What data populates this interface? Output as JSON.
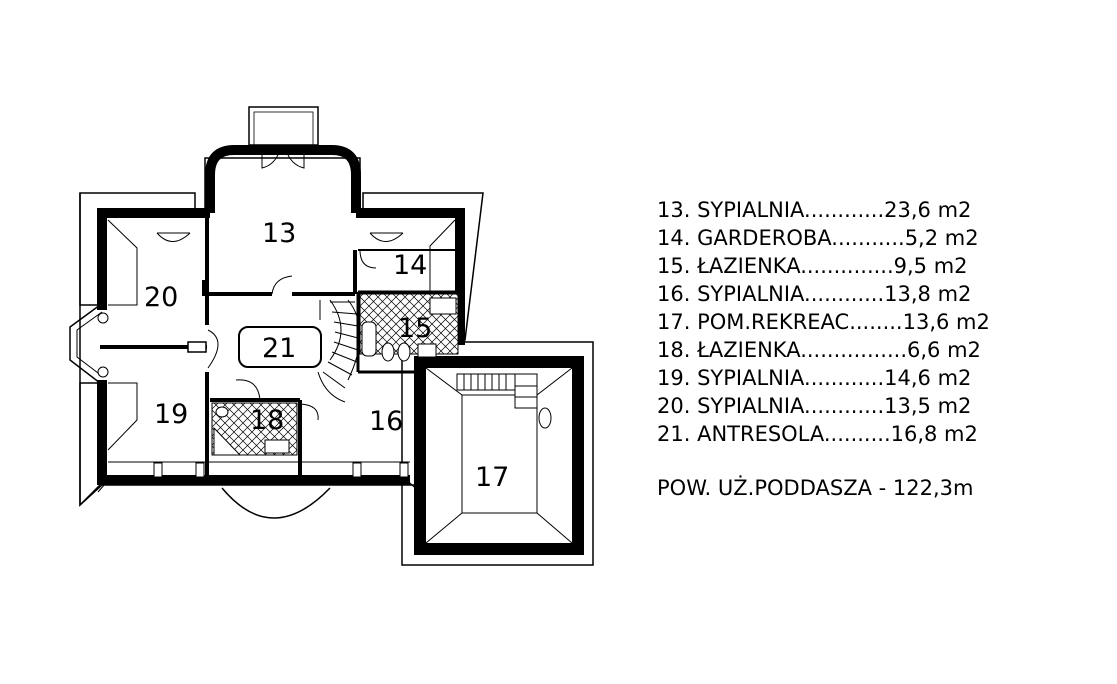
{
  "rooms": [
    {
      "number": "13",
      "label": "13. SYPIALNIA............23,6 m2"
    },
    {
      "number": "14",
      "label": "14. GARDEROBA...........5,2 m2"
    },
    {
      "number": "15",
      "label": "15. ŁAZIENKA..............9,5 m2"
    },
    {
      "number": "16",
      "label": "16. SYPIALNIA............13,8 m2"
    },
    {
      "number": "17",
      "label": "17. POM.REKREAC........13,6 m2"
    },
    {
      "number": "18",
      "label": "18. ŁAZIENKA................6,6 m2"
    },
    {
      "number": "19",
      "label": "19. SYPIALNIA............14,6 m2"
    },
    {
      "number": "20",
      "label": "20. SYPIALNIA............13,5 m2"
    },
    {
      "number": "21",
      "label": "21. ANTRESOLA..........16,8 m2"
    }
  ],
  "total": "POW. UŻ.PODDASZA - 122,3m"
}
